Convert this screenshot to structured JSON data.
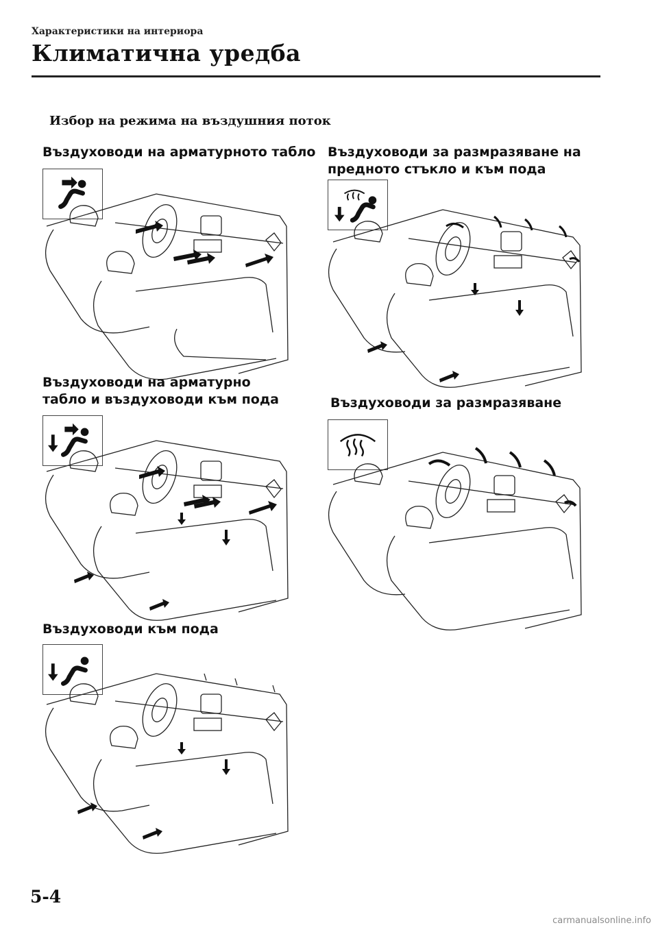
{
  "header": {
    "breadcrumb": "Характеристики на интериора",
    "title": "Климатична уредба"
  },
  "section": {
    "heading": "Избор на режима на въздушния поток"
  },
  "modes": [
    {
      "lines": [
        "Въздуховоди на арматурното табло"
      ],
      "icon": "panel-vent-icon"
    },
    {
      "lines": [
        "Въздуховоди на арматурно",
        "табло и въздуховоди към пода"
      ],
      "icon": "bi-level-vent-icon"
    },
    {
      "lines": [
        "Въздуховоди към пода"
      ],
      "icon": "floor-vent-icon"
    },
    {
      "lines": [
        "Въздуховоди за размразяване на",
        "предното стъкло и към пода"
      ],
      "icon": "floor-defrost-icon"
    },
    {
      "lines": [
        "Въздуховоди за размразяване"
      ],
      "icon": "windshield-defrost-icon"
    }
  ],
  "footer": {
    "page_number": "5-4",
    "watermark": "carmanualsonline.info"
  }
}
